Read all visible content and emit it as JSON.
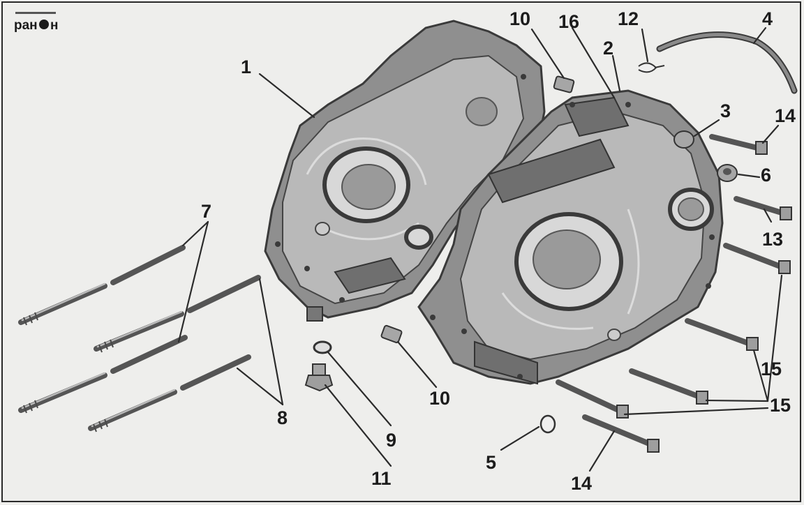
{
  "logo": {
    "text": "ран",
    "text_tail": "н"
  },
  "callouts": {
    "c1": "1",
    "c2": "2",
    "c3": "3",
    "c4": "4",
    "c5": "5",
    "c6": "6",
    "c7": "7",
    "c8": "8",
    "c9": "9",
    "c10a": "10",
    "c10b": "10",
    "c11": "11",
    "c12": "12",
    "c13": "13",
    "c14a": "14",
    "c14b": "14",
    "c15a": "15",
    "c15b": "15",
    "c16": "16"
  }
}
